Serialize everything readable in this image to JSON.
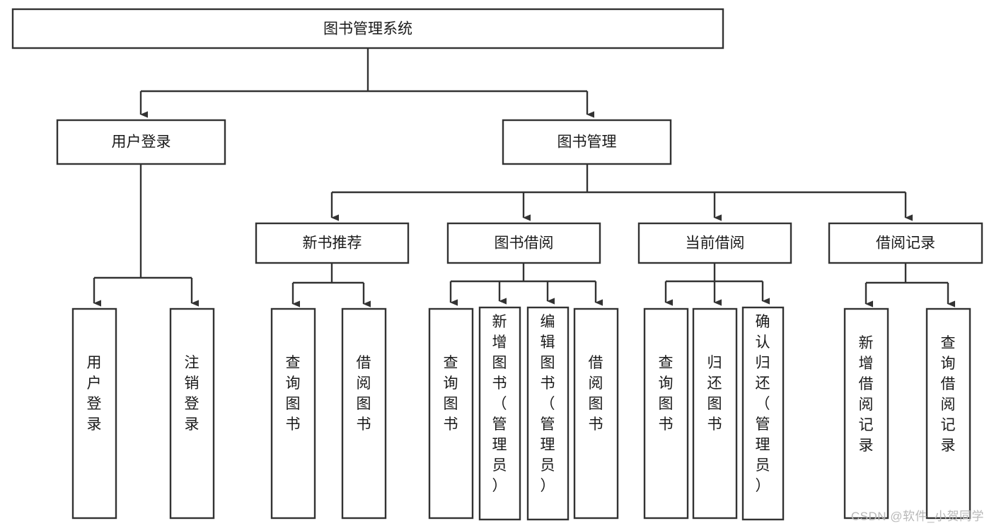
{
  "diagram": {
    "type": "tree",
    "title": "图书管理系统",
    "watermark": "CSDN @软件_小贺同学",
    "colors": {
      "stroke": "#333333",
      "fill": "#ffffff",
      "text": "#1a1a1a",
      "watermark": "#b8b8b8"
    },
    "nodes": {
      "root": {
        "label": "图书管理系统",
        "level": 0,
        "orientation": "horizontal"
      },
      "l1_0": {
        "label": "用户登录",
        "level": 1,
        "orientation": "horizontal"
      },
      "l1_1": {
        "label": "图书管理",
        "level": 1,
        "orientation": "horizontal"
      },
      "l2_0": {
        "label": "新书推荐",
        "level": 2,
        "orientation": "horizontal"
      },
      "l2_1": {
        "label": "图书借阅",
        "level": 2,
        "orientation": "horizontal"
      },
      "l2_2": {
        "label": "当前借阅",
        "level": 2,
        "orientation": "horizontal"
      },
      "l2_3": {
        "label": "借阅记录",
        "level": 2,
        "orientation": "horizontal"
      },
      "leaf_0": {
        "label": "用户登录",
        "level": 3,
        "orientation": "vertical"
      },
      "leaf_1": {
        "label": "注销登录",
        "level": 3,
        "orientation": "vertical"
      },
      "leaf_2": {
        "label": "查询图书",
        "level": 3,
        "orientation": "vertical"
      },
      "leaf_3": {
        "label": "借阅图书",
        "level": 3,
        "orientation": "vertical"
      },
      "leaf_4": {
        "label": "查询图书",
        "level": 3,
        "orientation": "vertical"
      },
      "leaf_5": {
        "label": "新增图书（管理员）",
        "level": 3,
        "orientation": "vertical"
      },
      "leaf_6": {
        "label": "编辑图书（管理员）",
        "level": 3,
        "orientation": "vertical"
      },
      "leaf_7": {
        "label": "借阅图书",
        "level": 3,
        "orientation": "vertical"
      },
      "leaf_8": {
        "label": "查询图书",
        "level": 3,
        "orientation": "vertical"
      },
      "leaf_9": {
        "label": "归还图书",
        "level": 3,
        "orientation": "vertical"
      },
      "leaf_10": {
        "label": "确认归还（管理员）",
        "level": 3,
        "orientation": "vertical"
      },
      "leaf_11": {
        "label": "新增借阅记录",
        "level": 3,
        "orientation": "vertical"
      },
      "leaf_12": {
        "label": "查询借阅记录",
        "level": 3,
        "orientation": "vertical"
      }
    },
    "edges": [
      {
        "from": "root",
        "to": "l1_0"
      },
      {
        "from": "root",
        "to": "l1_1"
      },
      {
        "from": "l1_0",
        "to": "leaf_0"
      },
      {
        "from": "l1_0",
        "to": "leaf_1"
      },
      {
        "from": "l1_1",
        "to": "l2_0"
      },
      {
        "from": "l1_1",
        "to": "l2_1"
      },
      {
        "from": "l1_1",
        "to": "l2_2"
      },
      {
        "from": "l1_1",
        "to": "l2_3"
      },
      {
        "from": "l2_0",
        "to": "leaf_2"
      },
      {
        "from": "l2_0",
        "to": "leaf_3"
      },
      {
        "from": "l2_1",
        "to": "leaf_4"
      },
      {
        "from": "l2_1",
        "to": "leaf_5"
      },
      {
        "from": "l2_1",
        "to": "leaf_6"
      },
      {
        "from": "l2_1",
        "to": "leaf_7"
      },
      {
        "from": "l2_2",
        "to": "leaf_8"
      },
      {
        "from": "l2_2",
        "to": "leaf_9"
      },
      {
        "from": "l2_2",
        "to": "leaf_10"
      },
      {
        "from": "l2_3",
        "to": "leaf_11"
      },
      {
        "from": "l2_3",
        "to": "leaf_12"
      }
    ]
  }
}
